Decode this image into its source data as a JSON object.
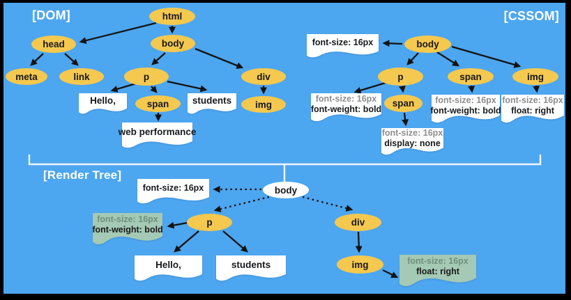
{
  "labels": {
    "dom": "[DOM]",
    "cssom": "[CSSOM]",
    "render": "[Render Tree]"
  },
  "dom_tree": {
    "html": "html",
    "head": "head",
    "body": "body",
    "meta": "meta",
    "link": "link",
    "p": "p",
    "div": "div",
    "span": "span",
    "img": "img",
    "text_hello": "Hello,",
    "text_students": "students",
    "text_webperf": "web performance"
  },
  "cssom_tree": {
    "body": "body",
    "p": "p",
    "span": "span",
    "span_child": "span",
    "img": "img",
    "rule_body_1": "font-size: 16px",
    "rule_p_1": "font-size: 16px",
    "rule_p_2": "font-weight: bold",
    "rule_span_child_1": "font-size: 16px",
    "rule_span_child_2": "display: none",
    "rule_span_1": "font-size: 16px",
    "rule_span_2": "font-weight: bold",
    "rule_img_1": "font-size: 16px",
    "rule_img_2": "float: right"
  },
  "render_tree": {
    "body": "body",
    "p": "p",
    "div": "div",
    "img": "img",
    "text_hello": "Hello,",
    "text_students": "students",
    "rule_body_1": "font-size: 16px",
    "rule_p_1": "font-size: 16px",
    "rule_p_2": "font-weight: bold",
    "rule_img_1": "font-size: 16px",
    "rule_img_2": "float: right"
  },
  "colors": {
    "background": "#4DA6F0",
    "node_fill": "#F5C84F",
    "flag_white": "#FFFFFF",
    "flag_green": "#A4C9B4",
    "arrow": "#131313",
    "bracket": "#EFF5FB",
    "text": "#17191B",
    "muted_text": "#8E8E8E",
    "muted_green_text": "#6E907E"
  }
}
